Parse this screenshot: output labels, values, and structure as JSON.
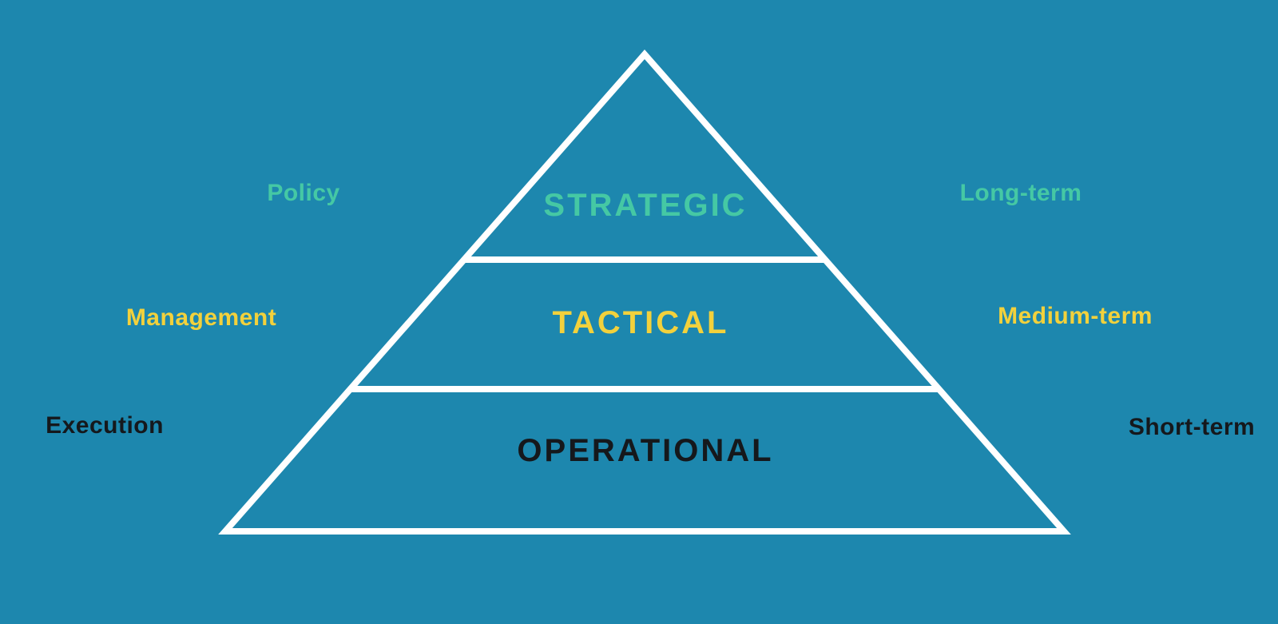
{
  "diagram": {
    "type": "pyramid",
    "levels": [
      {
        "id": "strategic",
        "label": "STRATEGIC",
        "left_label": "Policy",
        "right_label": "Long-term",
        "color": "#45c8a4"
      },
      {
        "id": "tactical",
        "label": "TACTICAL",
        "left_label": "Management",
        "right_label": "Medium-term",
        "color": "#f2d13c"
      },
      {
        "id": "operational",
        "label": "OPERATIONAL",
        "left_label": "Execution",
        "right_label": "Short-term",
        "color": "#15181c"
      }
    ]
  },
  "colors": {
    "background": "#1d87ae",
    "pyramid_outline": "#ffffff",
    "strategic_text": "#45c8a4",
    "tactical_text": "#f2d13c",
    "operational_text": "#15181c"
  }
}
